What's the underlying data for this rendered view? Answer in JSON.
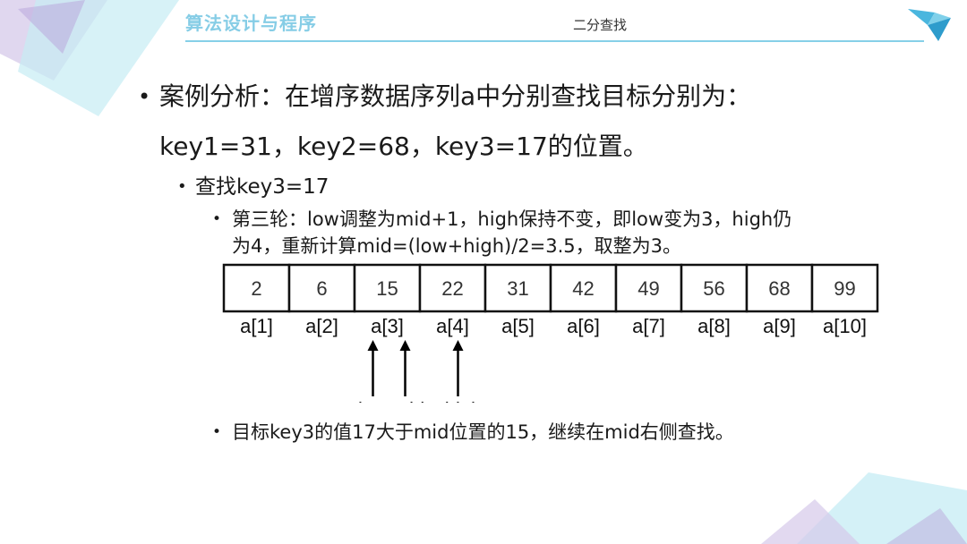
{
  "header": {
    "course_title": "算法设计与程序",
    "section_title": "二分查找"
  },
  "colors": {
    "accent_blue": "#86cde6",
    "deco_purple": "#c8b6e2",
    "deco_cyan": "#bfe8f2"
  },
  "content": {
    "case_line1": "案例分析：在增序数据序列a中分别查找目标分别为：",
    "case_line2": "key1=31，key2=68，key3=17的位置。",
    "sub_bullet": "查找key3=17",
    "round_text_line1": "第三轮：low调整为mid+1，high保持不变，即low变为3，high仍",
    "round_text_line2": "为4，重新计算mid=(low+high)/2=3.5，取整为3。",
    "conclusion": "目标key3的值17大于mid位置的15，继续在mid右侧查找。"
  },
  "array": {
    "values": [
      "2",
      "6",
      "15",
      "22",
      "31",
      "42",
      "49",
      "56",
      "68",
      "99"
    ],
    "indices": [
      "a[1]",
      "a[2]",
      "a[3]",
      "a[4]",
      "a[5]",
      "a[6]",
      "a[7]",
      "a[8]",
      "a[9]",
      "a[10]"
    ],
    "pointers": [
      {
        "label": "low",
        "target_index": 3
      },
      {
        "label": "mid",
        "target_index": 3
      },
      {
        "label": "high",
        "target_index": 4
      }
    ]
  }
}
